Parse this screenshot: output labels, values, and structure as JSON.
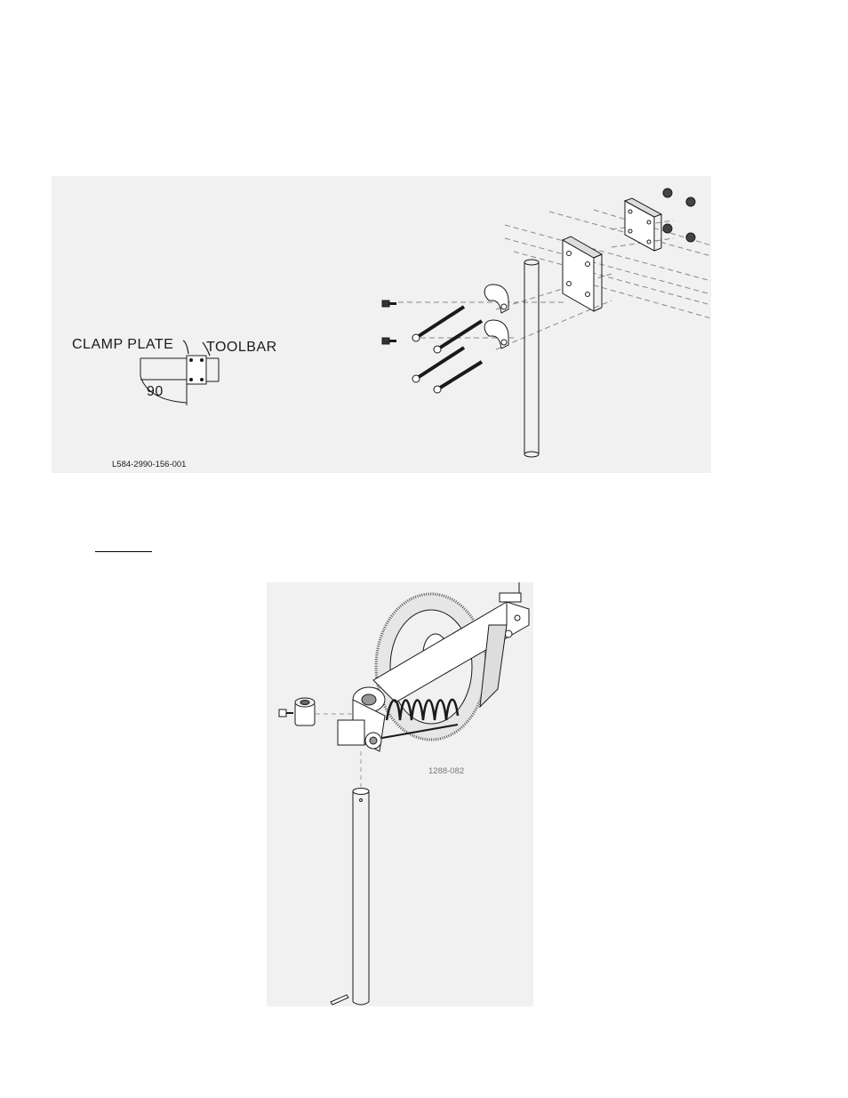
{
  "top_figure": {
    "labels": {
      "clamp_plate": "CLAMP PLATE",
      "toolbar": "TOOLBAR",
      "angle": "90"
    },
    "part_number": "L584-2990-156-001"
  },
  "bottom_figure": {
    "part_number": "1288-082"
  },
  "colors": {
    "ink": "#1a1a1a",
    "panel": "#f1f1f1"
  }
}
